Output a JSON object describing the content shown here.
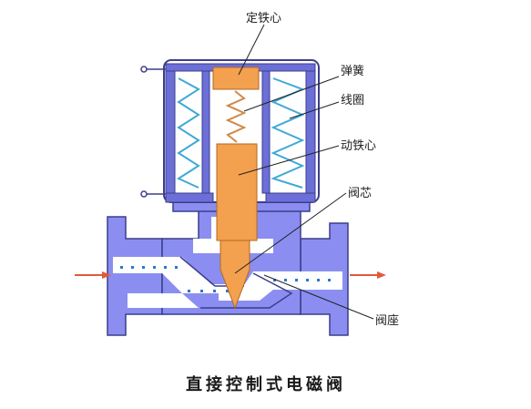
{
  "diagram": {
    "labels": {
      "fixed_core": "定铁心",
      "spring": "弹簧",
      "coil": "线圈",
      "moving_core": "动铁心",
      "valve_core": "阀芯",
      "valve_seat": "阀座"
    },
    "caption": "直接控制式电磁阀"
  },
  "colors": {
    "body": "#8b8ef0",
    "body_outline": "#3b3f8a",
    "core": "#f3a04f",
    "coil_turns": "#3fa9d8",
    "spring": "#d08a4a",
    "coil_housing": "#6c6fd8",
    "flow_arrow": "#e05a3a",
    "flow_dots": "#2a78c8"
  }
}
